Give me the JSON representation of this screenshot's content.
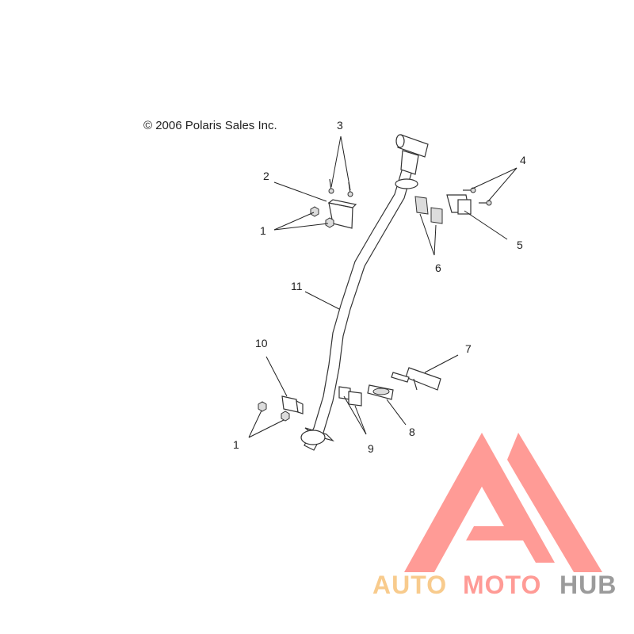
{
  "copyright": "© 2006 Polaris Sales Inc.",
  "callouts": {
    "c1a": "1",
    "c1b": "1",
    "c2": "2",
    "c3": "3",
    "c4": "4",
    "c5": "5",
    "c6": "6",
    "c7": "7",
    "c8": "8",
    "c9": "9",
    "c10": "10",
    "c11": "11"
  },
  "watermark": {
    "word1": "AUTO",
    "word2": "MOTO",
    "word3": "HUB",
    "colors": {
      "triangle": "#ff8a84",
      "auto": "#f7c27a",
      "moto": "#ff8a84",
      "hub": "#8a8a8a"
    }
  }
}
